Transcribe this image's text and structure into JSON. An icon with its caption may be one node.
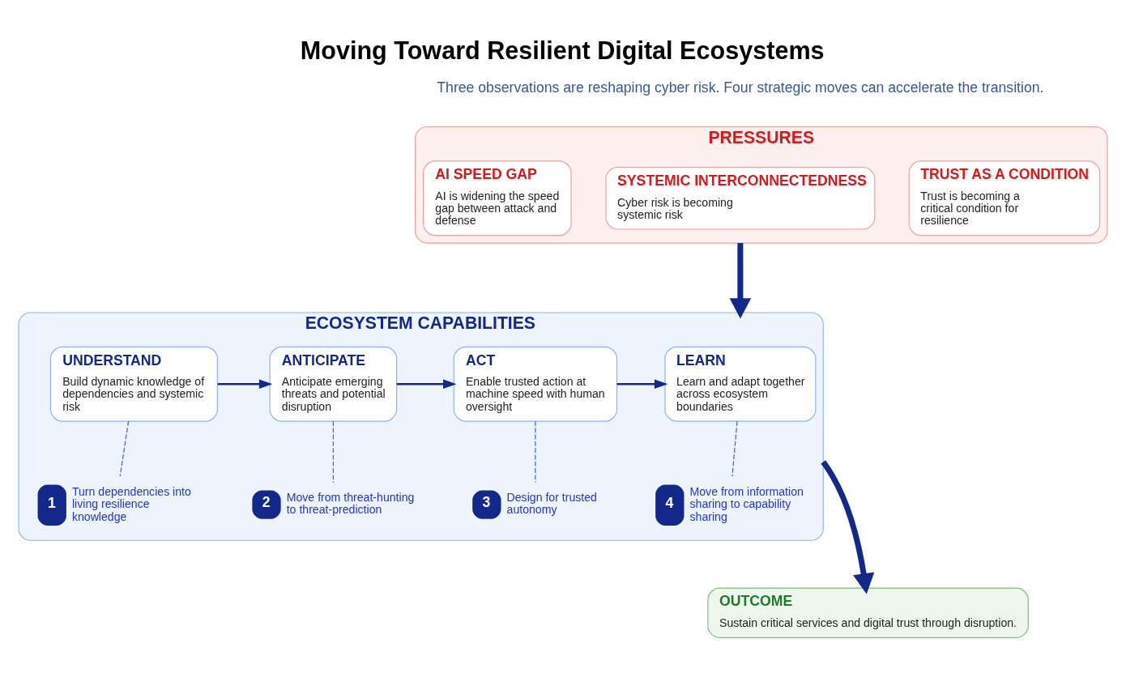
{
  "diagram": {
    "title": "Moving Toward Resilient Digital Ecosystems",
    "nodes": [
      {
        "text": [
          "PRESSURES"
        ]
      },
      {
        "text": [
          "AI SPEED GAP",
          "AI is widening the speed gap between attack and defense"
        ],
        "in": 0
      },
      {
        "text": [
          "SYSTEMIC INTERCONNECTEDNESS",
          "Cyber risk is becoming systemic risk"
        ],
        "in": 0
      },
      {
        "text": [
          "TRUST AS A CONDITION",
          "Trust is becoming a critical condition for resilience"
        ],
        "in": 0
      },
      {
        "text": [
          "ECOSYSTEM CAPABILITIES"
        ]
      },
      {
        "text": [
          "UNDERSTAND",
          "Build dynamic knowledge of dependencies and systemic risk"
        ],
        "in": 4
      },
      {
        "text": [
          "ANTICIPATE",
          "Anticipate emerging threats and potential disruption"
        ],
        "in": 4
      },
      {
        "text": [
          "ACT",
          "Enable trusted action at machine speed with human oversight"
        ],
        "in": 4
      },
      {
        "text": [
          "LEARN",
          "Learn and adapt together across ecosystem boundaries"
        ],
        "in": 4
      },
      {
        "text": [
          "1"
        ],
        "beside": [
          "Turn dependencies into living resilience knowledge"
        ],
        "in": 4
      },
      {
        "text": [
          "2"
        ],
        "beside": [
          "Move from threat-hunting to threat-prediction"
        ],
        "in": 4
      },
      {
        "text": [
          "3"
        ],
        "beside": [
          "Design for trusted autonomy"
        ],
        "in": 4
      },
      {
        "text": [
          "4"
        ],
        "beside": [
          "Move from information sharing to capability sharing"
        ],
        "in": 4
      },
      {
        "text": [
          "OUTCOME",
          "Sustain critical services and digital trust through disruption."
        ]
      }
    ],
    "edges": [
      {
        "from": 0,
        "to": 4,
        "arrow": "to",
        "style": "thick"
      },
      {
        "from": 5,
        "to": 6,
        "arrow": "to"
      },
      {
        "from": 6,
        "to": 7,
        "arrow": "to"
      },
      {
        "from": 7,
        "to": 8,
        "arrow": "to"
      },
      {
        "from": 5,
        "to": 9,
        "arrow": "none",
        "style": "dashed",
        "color": "#3b5bdb"
      },
      {
        "from": 6,
        "to": 10,
        "arrow": "none",
        "style": "dashed",
        "color": "#3b5bdb"
      },
      {
        "from": 7,
        "to": 11,
        "arrow": "none",
        "style": "dashed",
        "color": "#3b5bdb"
      },
      {
        "from": 8,
        "to": 12,
        "arrow": "none",
        "style": "dashed",
        "color": "#3b5bdb"
      },
      {
        "from": 4,
        "to": 13,
        "arrow": "to",
        "style": "thick"
      }
    ],
    "labels": [
      "Three observations are reshaping cyber risk. Four strategic moves can accelerate the transition."
    ]
  }
}
